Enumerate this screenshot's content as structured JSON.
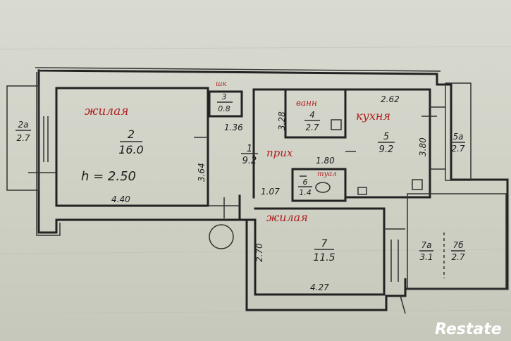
{
  "room_types": {
    "living_a": "жилая",
    "living_b": "жилая",
    "kitchen": "кухня",
    "hall": "прих",
    "bath": "ванн",
    "wc": "туал",
    "closet": "шк"
  },
  "rooms": [
    {
      "key": "r1",
      "number": "1",
      "area": "9.2"
    },
    {
      "key": "r2",
      "number": "2",
      "area": "16.0"
    },
    {
      "key": "r3",
      "number": "3",
      "area": "0.8"
    },
    {
      "key": "r4",
      "number": "4",
      "area": "2.7"
    },
    {
      "key": "r5",
      "number": "5",
      "area": "9.2"
    },
    {
      "key": "r6",
      "number": "6",
      "area": "1.4"
    },
    {
      "key": "r7",
      "number": "7",
      "area": "11.5"
    },
    {
      "key": "r2a",
      "number": "2а",
      "area": "2.7"
    },
    {
      "key": "r5a",
      "number": "5а",
      "area": "2.7"
    },
    {
      "key": "r7a",
      "number": "7а",
      "area": "3.1"
    },
    {
      "key": "r7b",
      "number": "7б",
      "area": "2.7"
    }
  ],
  "ceiling_height": "h = 2.50",
  "dimensions": {
    "d440": "4.40",
    "d364": "3.64",
    "d136": "1.36",
    "d328": "3.28",
    "d262": "2.62",
    "d380": "3.80",
    "d180": "1.80",
    "d107": "1.07",
    "d270": "2.70",
    "d427": "4.27"
  },
  "watermark": "Restate",
  "colors": {
    "ink": "#1e1e1e",
    "red_ink": "#b02020",
    "paper": "#d9dbd1"
  }
}
